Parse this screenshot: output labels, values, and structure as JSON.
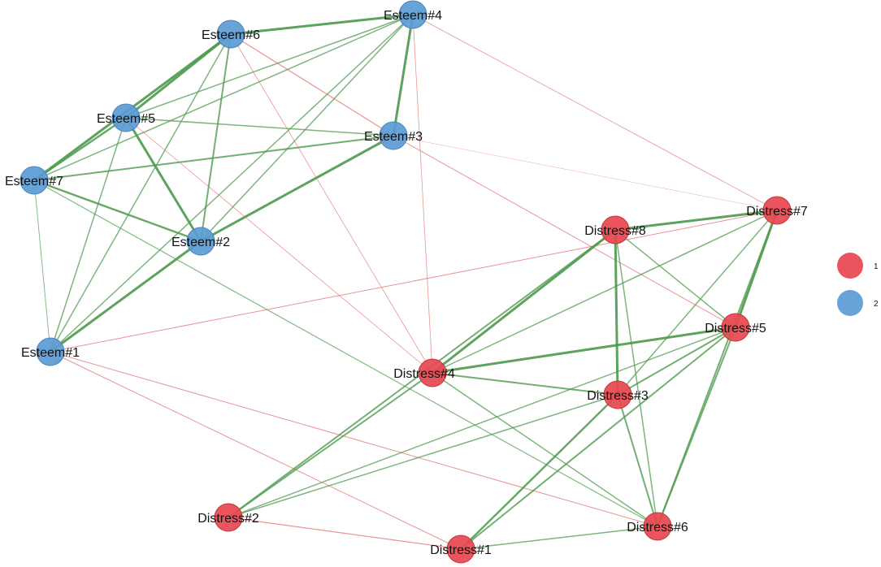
{
  "colors": {
    "positive_edge": "#4d9a4d",
    "negative_edge": "#e06666",
    "group_1": "#e8474f",
    "group_2": "#5b9bd5"
  },
  "legend": [
    {
      "label": "1",
      "color": "#e8474f"
    },
    {
      "label": "2",
      "color": "#5b9bd5"
    }
  ],
  "nodes": [
    {
      "id": "E4",
      "label": "Esteem#4",
      "group": "2"
    },
    {
      "id": "E6",
      "label": "Esteem#6",
      "group": "2"
    },
    {
      "id": "E5",
      "label": "Esteem#5",
      "group": "2"
    },
    {
      "id": "E3",
      "label": "Esteem#3",
      "group": "2"
    },
    {
      "id": "E7",
      "label": "Esteem#7",
      "group": "2"
    },
    {
      "id": "E2",
      "label": "Esteem#2",
      "group": "2"
    },
    {
      "id": "E1",
      "label": "Esteem#1",
      "group": "2"
    },
    {
      "id": "D7",
      "label": "Distress#7",
      "group": "1"
    },
    {
      "id": "D8",
      "label": "Distress#8",
      "group": "1"
    },
    {
      "id": "D5",
      "label": "Distress#5",
      "group": "1"
    },
    {
      "id": "D4",
      "label": "Distress#4",
      "group": "1"
    },
    {
      "id": "D3",
      "label": "Distress#3",
      "group": "1"
    },
    {
      "id": "D2",
      "label": "Distress#2",
      "group": "1"
    },
    {
      "id": "D6",
      "label": "Distress#6",
      "group": "1"
    },
    {
      "id": "D1",
      "label": "Distress#1",
      "group": "1"
    }
  ],
  "edges": [
    {
      "source": "E6",
      "target": "E4",
      "sign": "positive",
      "weight": 3
    },
    {
      "source": "E6",
      "target": "E5",
      "sign": "positive",
      "weight": 3
    },
    {
      "source": "E6",
      "target": "E7",
      "sign": "positive",
      "weight": 3
    },
    {
      "source": "E6",
      "target": "E2",
      "sign": "positive",
      "weight": 2
    },
    {
      "source": "E6",
      "target": "E1",
      "sign": "positive",
      "weight": 1.5
    },
    {
      "source": "E4",
      "target": "E5",
      "sign": "positive",
      "weight": 1.5
    },
    {
      "source": "E4",
      "target": "E7",
      "sign": "positive",
      "weight": 1.5
    },
    {
      "source": "E4",
      "target": "E3",
      "sign": "positive",
      "weight": 3
    },
    {
      "source": "E4",
      "target": "E2",
      "sign": "positive",
      "weight": 1.5
    },
    {
      "source": "E4",
      "target": "E1",
      "sign": "positive",
      "weight": 1.5
    },
    {
      "source": "E5",
      "target": "E7",
      "sign": "positive",
      "weight": 2.5
    },
    {
      "source": "E5",
      "target": "E3",
      "sign": "positive",
      "weight": 1.5
    },
    {
      "source": "E5",
      "target": "E2",
      "sign": "positive",
      "weight": 3
    },
    {
      "source": "E5",
      "target": "E1",
      "sign": "positive",
      "weight": 1.5
    },
    {
      "source": "E3",
      "target": "E7",
      "sign": "positive",
      "weight": 2
    },
    {
      "source": "E3",
      "target": "E2",
      "sign": "positive",
      "weight": 3
    },
    {
      "source": "E7",
      "target": "E2",
      "sign": "positive",
      "weight": 2.5
    },
    {
      "source": "E7",
      "target": "E1",
      "sign": "positive",
      "weight": 1
    },
    {
      "source": "E2",
      "target": "E1",
      "sign": "positive",
      "weight": 3
    },
    {
      "source": "E7",
      "target": "D6",
      "sign": "positive",
      "weight": 1.2
    },
    {
      "source": "E6",
      "target": "E3",
      "sign": "negative",
      "weight": 1.2
    },
    {
      "source": "E6",
      "target": "D4",
      "sign": "negative",
      "weight": 0.8
    },
    {
      "source": "E4",
      "target": "D7",
      "sign": "negative",
      "weight": 0.8
    },
    {
      "source": "E4",
      "target": "D4",
      "sign": "negative",
      "weight": 0.8
    },
    {
      "source": "E3",
      "target": "D5",
      "sign": "negative",
      "weight": 1
    },
    {
      "source": "E3",
      "target": "D7",
      "sign": "negative",
      "weight": 0.4
    },
    {
      "source": "E5",
      "target": "D4",
      "sign": "negative",
      "weight": 0.8
    },
    {
      "source": "E1",
      "target": "D7",
      "sign": "negative",
      "weight": 1
    },
    {
      "source": "E1",
      "target": "D6",
      "sign": "negative",
      "weight": 1
    },
    {
      "source": "E1",
      "target": "D1",
      "sign": "negative",
      "weight": 1
    },
    {
      "source": "D2",
      "target": "D1",
      "sign": "negative",
      "weight": 1.2
    },
    {
      "source": "D8",
      "target": "D7",
      "sign": "positive",
      "weight": 3
    },
    {
      "source": "D8",
      "target": "D4",
      "sign": "positive",
      "weight": 3
    },
    {
      "source": "D8",
      "target": "D3",
      "sign": "positive",
      "weight": 3
    },
    {
      "source": "D8",
      "target": "D5",
      "sign": "positive",
      "weight": 1.5
    },
    {
      "source": "D8",
      "target": "D6",
      "sign": "positive",
      "weight": 1.5
    },
    {
      "source": "D8",
      "target": "D2",
      "sign": "positive",
      "weight": 2
    },
    {
      "source": "D7",
      "target": "D5",
      "sign": "positive",
      "weight": 3
    },
    {
      "source": "D7",
      "target": "D4",
      "sign": "positive",
      "weight": 1.5
    },
    {
      "source": "D7",
      "target": "D3",
      "sign": "positive",
      "weight": 1.5
    },
    {
      "source": "D7",
      "target": "D6",
      "sign": "positive",
      "weight": 2
    },
    {
      "source": "D5",
      "target": "D4",
      "sign": "positive",
      "weight": 3
    },
    {
      "source": "D5",
      "target": "D3",
      "sign": "positive",
      "weight": 2
    },
    {
      "source": "D5",
      "target": "D6",
      "sign": "positive",
      "weight": 2
    },
    {
      "source": "D5",
      "target": "D1",
      "sign": "positive",
      "weight": 2
    },
    {
      "source": "D5",
      "target": "D2",
      "sign": "positive",
      "weight": 1.5
    },
    {
      "source": "D4",
      "target": "D3",
      "sign": "positive",
      "weight": 2
    },
    {
      "source": "D4",
      "target": "D6",
      "sign": "positive",
      "weight": 1.5
    },
    {
      "source": "D4",
      "target": "D2",
      "sign": "positive",
      "weight": 2
    },
    {
      "source": "D3",
      "target": "D6",
      "sign": "positive",
      "weight": 2
    },
    {
      "source": "D3",
      "target": "D1",
      "sign": "positive",
      "weight": 2.5
    },
    {
      "source": "D3",
      "target": "D2",
      "sign": "positive",
      "weight": 1.5
    },
    {
      "source": "D1",
      "target": "D6",
      "sign": "positive",
      "weight": 1.5
    }
  ]
}
